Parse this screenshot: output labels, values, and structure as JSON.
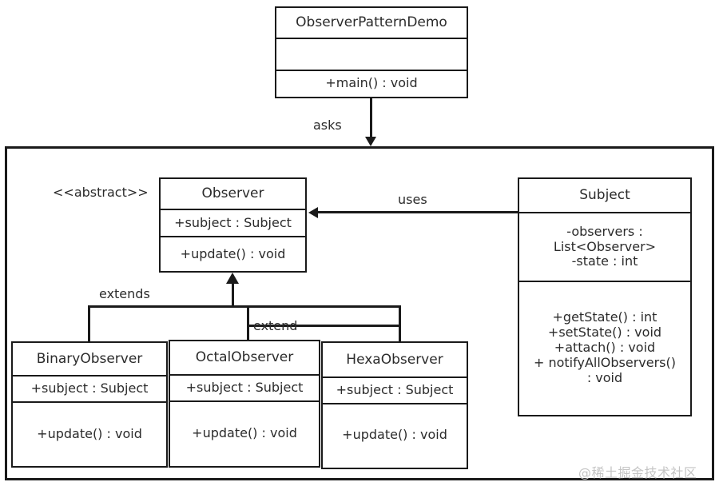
{
  "diagram": {
    "title": "Observer Pattern Class Diagram",
    "stereotype_abstract": "<<abstract>>",
    "watermark": "@稀土掘金技术社区",
    "colors": {
      "stroke": "#1a1a1a",
      "text": "#2b2b2b",
      "background": "#ffffff",
      "watermark": "#c4c4c4"
    }
  },
  "classes": {
    "demo": {
      "name": "ObserverPatternDemo",
      "attributes": "",
      "methods": "+main() : void"
    },
    "observer": {
      "name": "Observer",
      "attributes": "+subject  : Subject",
      "methods": "+update() : void"
    },
    "subject": {
      "name": "Subject",
      "attributes": "-observers  :\nList<Observer>\n-state : int",
      "methods": "+getState() : int\n+setState() : void\n+attach() : void\n+ notifyAllObservers()\n: void"
    },
    "binary": {
      "name": "BinaryObserver",
      "attributes": "+subject : Subject",
      "methods": "+update() : void"
    },
    "octal": {
      "name": "OctalObserver",
      "attributes": "+subject  : Subject",
      "methods": "+update() : void"
    },
    "hexa": {
      "name": "HexaObserver",
      "attributes": "+subject  : Subject",
      "methods": "+update() : void"
    }
  },
  "relations": {
    "asks": {
      "label": "asks",
      "from": "ObserverPatternDemo",
      "to": "package"
    },
    "uses": {
      "label": "uses",
      "from": "Subject",
      "to": "Observer"
    },
    "extends": {
      "label": "extends",
      "from": "BinaryObserver",
      "to": "Observer"
    },
    "extend": {
      "label": "extend",
      "from": "HexaObserver",
      "to": "Observer"
    }
  }
}
